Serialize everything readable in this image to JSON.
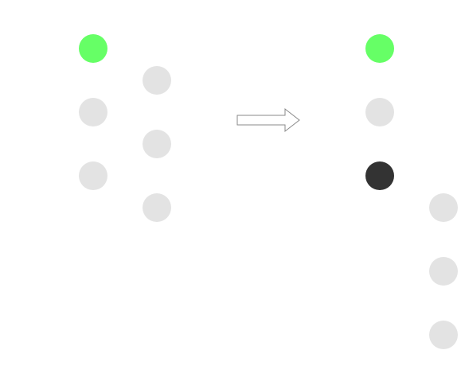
{
  "colors": {
    "background": "#ffffff",
    "highlight": "#66ff66",
    "default": "#e3e3e3",
    "dark": "#333333",
    "arrow_stroke": "#8a8a8a",
    "arrow_fill": "#ffffff"
  },
  "diagram": {
    "before": {
      "nodes": [
        {
          "id": "b1",
          "state": "highlight"
        },
        {
          "id": "b2",
          "state": "default"
        },
        {
          "id": "b3",
          "state": "default"
        },
        {
          "id": "b4",
          "state": "default"
        },
        {
          "id": "b5",
          "state": "default"
        },
        {
          "id": "b6",
          "state": "default"
        }
      ]
    },
    "arrow": {
      "icon": "right-arrow-icon"
    },
    "after": {
      "nodes": [
        {
          "id": "a1",
          "state": "highlight"
        },
        {
          "id": "a2",
          "state": "default"
        },
        {
          "id": "a3",
          "state": "dark"
        },
        {
          "id": "a4",
          "state": "default"
        },
        {
          "id": "a5",
          "state": "default"
        },
        {
          "id": "a6",
          "state": "default"
        }
      ]
    }
  }
}
